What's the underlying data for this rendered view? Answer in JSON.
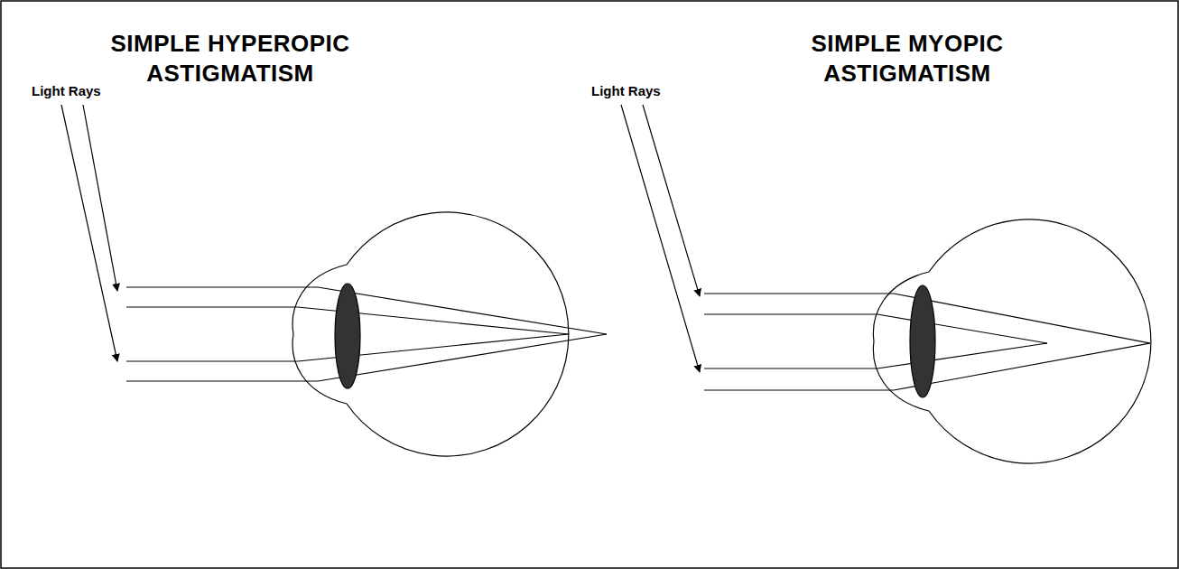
{
  "diagram": {
    "labels": [
      "SIMPLE HYPEROPIC ASTIGMATISM",
      "SIMPLE MYOPIC ASTIGMATISM",
      "Light Rays",
      "Light Rays"
    ]
  }
}
